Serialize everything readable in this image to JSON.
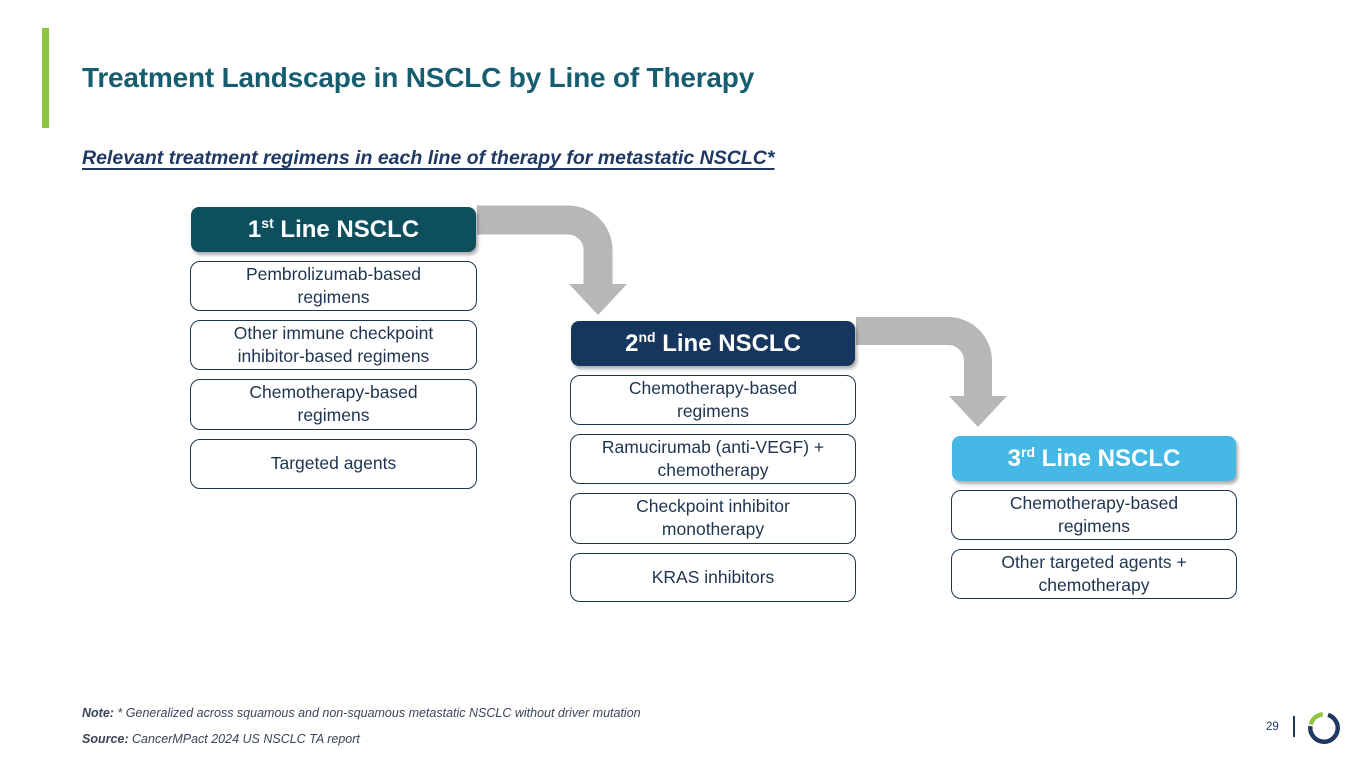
{
  "slide": {
    "title": "Treatment Landscape in NSCLC by Line of Therapy",
    "subtitle": "Relevant treatment regimens in each line of therapy for metastatic NSCLC*",
    "page_number": "29"
  },
  "footer": {
    "note_label": "Note:",
    "note_text": " * Generalized across squamous and non-squamous metastatic NSCLC without driver mutation",
    "source_label": "Source:",
    "source_text": " CancerMPact 2024 US NSCLC TA report"
  },
  "columns": [
    {
      "header": {
        "num": "1",
        "sup": "st",
        "rest": " Line NSCLC"
      },
      "header_bg": "#0e4f5e",
      "boxes": [
        "Pembrolizumab-based regimens",
        "Other immune checkpoint inhibitor-based regimens",
        "Chemotherapy-based regimens",
        "Targeted agents"
      ]
    },
    {
      "header": {
        "num": "2",
        "sup": "nd",
        "rest": " Line NSCLC"
      },
      "header_bg": "#17365d",
      "boxes": [
        "Chemotherapy-based regimens",
        "Ramucirumab (anti-VEGF) + chemotherapy",
        "Checkpoint inhibitor monotherapy",
        "KRAS inhibitors"
      ]
    },
    {
      "header": {
        "num": "3",
        "sup": "rd",
        "rest": " Line NSCLC"
      },
      "header_bg": "#45b8e6",
      "boxes": [
        "Chemotherapy-based regimens",
        "Other targeted agents + chemotherapy"
      ]
    }
  ],
  "icons": {
    "arrow_first_to_second": "elbow-arrow-right-down",
    "arrow_second_to_third": "elbow-arrow-right-down",
    "logo": "ring-logo"
  },
  "colors": {
    "accent_green": "#8dc63f",
    "header_teal": "#0e4f5e",
    "header_navy": "#17365d",
    "header_light_blue": "#45b8e6",
    "title_teal": "#175d70",
    "subtitle_navy": "#1f3864",
    "box_border_navy": "#1e3450",
    "arrow_gray": "#b7b7b7",
    "footer_text": "#3a4556"
  }
}
